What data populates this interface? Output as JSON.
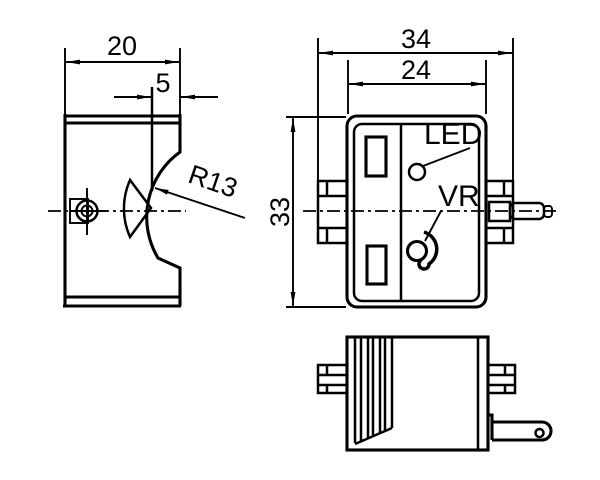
{
  "colors": {
    "background": "#ffffff",
    "line": "#000000"
  },
  "labels": {
    "side_width": "20",
    "side_front_depth": "5",
    "side_radius": "R13",
    "front_overall_width": "34",
    "front_face_width": "24",
    "front_height": "33",
    "led": "LED",
    "vr": "VR"
  }
}
